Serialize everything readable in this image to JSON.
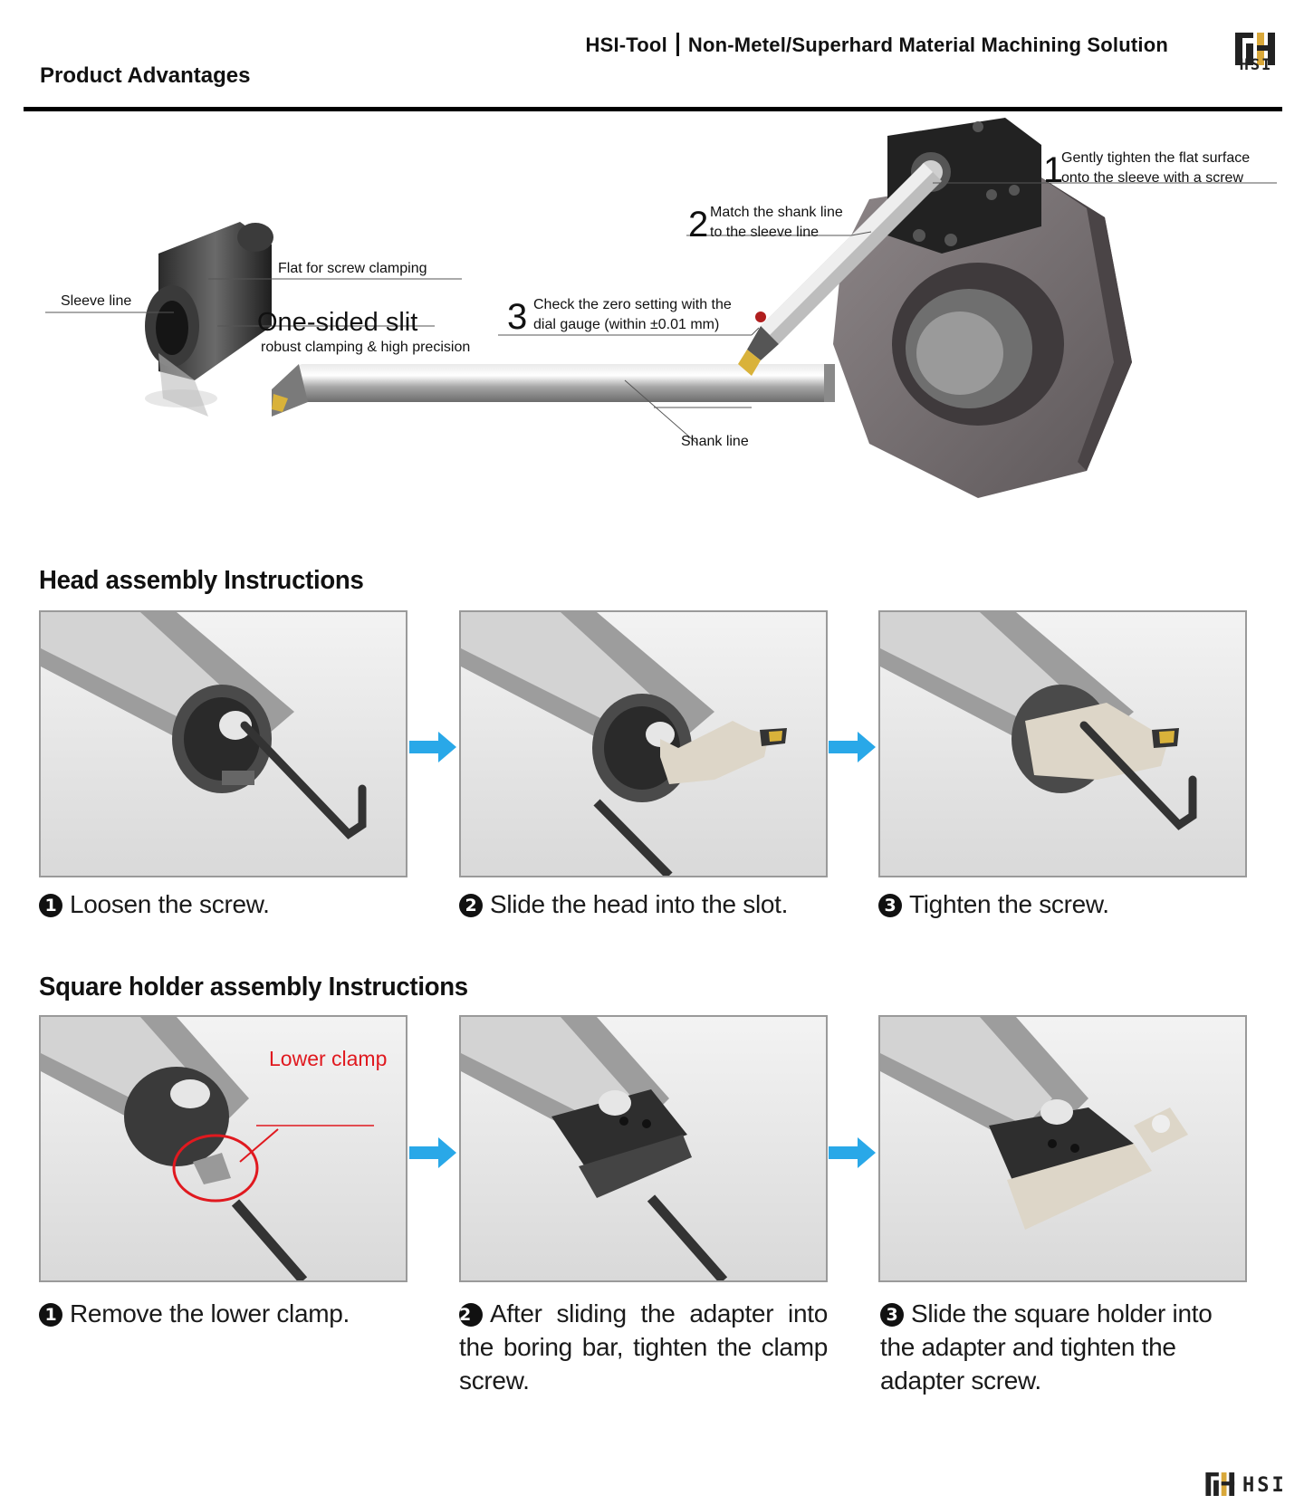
{
  "header": {
    "brand": "HSI-Tool",
    "tagline": "Non-Metel/Superhard Material Machining Solution",
    "page_title": "Product Advantages",
    "logo_text": "HSI"
  },
  "diagram": {
    "sleeve_line": "Sleeve line",
    "flat_clamp": "Flat for screw clamping",
    "slit_title": "One-sided slit",
    "slit_sub": "robust clamping & high precision",
    "shank_line": "Shank line",
    "step1": {
      "num": "1",
      "line1": "Gently tighten the flat surface",
      "line2": "onto the sleeve with a screw"
    },
    "step2": {
      "num": "2",
      "line1": "Match the shank line",
      "line2": "to the sleeve line"
    },
    "step3": {
      "num": "3",
      "line1": "Check the zero setting with the",
      "line2": "dial gauge (within ±0.01 mm)"
    }
  },
  "head_assembly": {
    "title": "Head assembly Instructions",
    "steps": [
      {
        "num": "1",
        "text": "Loosen the screw."
      },
      {
        "num": "2",
        "text": "Slide the head into the slot."
      },
      {
        "num": "3",
        "text": "Tighten the screw."
      }
    ]
  },
  "square_assembly": {
    "title": "Square holder assembly Instructions",
    "lower_clamp_label": "Lower clamp",
    "steps": [
      {
        "num": "1",
        "text": "Remove the lower clamp."
      },
      {
        "num": "2",
        "text": "After sliding the adapter into the boring bar, tighten the clamp screw."
      },
      {
        "num": "3",
        "text": "Slide the square holder into the adapter and tighten the adapter screw."
      }
    ]
  },
  "footer": {
    "logo_text": "HSI"
  },
  "colors": {
    "arrow": "#29a8e8",
    "highlight_red": "#e0191f",
    "rule": "#000000"
  }
}
